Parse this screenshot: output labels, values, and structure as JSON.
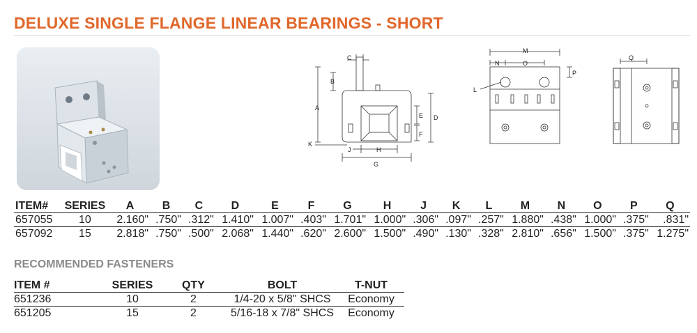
{
  "title": "DELUXE SINGLE FLANGE LINEAR BEARINGS - SHORT",
  "drawing_labels": {
    "a": "A",
    "b": "B",
    "c": "C",
    "d": "D",
    "e": "E",
    "f": "F",
    "g": "G",
    "h": "H",
    "j": "J",
    "k": "K",
    "l": "L",
    "m": "M",
    "n": "N",
    "o": "O",
    "p": "P",
    "q": "Q"
  },
  "spec_table": {
    "headers": [
      "ITEM#",
      "SERIES",
      "A",
      "B",
      "C",
      "D",
      "E",
      "F",
      "G",
      "H",
      "J",
      "K",
      "L",
      "M",
      "N",
      "O",
      "P",
      "Q"
    ],
    "rows": [
      [
        "657055",
        "10",
        "2.160\"",
        ".750\"",
        ".312\"",
        "1.410\"",
        "1.007\"",
        ".403\"",
        "1.701\"",
        "1.000\"",
        ".306\"",
        ".097\"",
        ".257\"",
        "1.880\"",
        ".438\"",
        "1.000\"",
        ".375\"",
        ".831\""
      ],
      [
        "657092",
        "15",
        "2.818\"",
        ".750\"",
        ".500\"",
        "2.068\"",
        "1.440\"",
        ".620\"",
        "2.600\"",
        "1.500\"",
        ".490\"",
        ".130\"",
        ".328\"",
        "2.810\"",
        ".656\"",
        "1.500\"",
        ".375\"",
        "1.275\""
      ]
    ]
  },
  "fasteners": {
    "title": "RECOMMENDED FASTENERS",
    "headers": [
      "ITEM #",
      "SERIES",
      "QTY",
      "BOLT",
      "T-NUT"
    ],
    "rows": [
      [
        "651236",
        "10",
        "2",
        "1/4-20 x 5/8\" SHCS",
        "Economy"
      ],
      [
        "651205",
        "15",
        "2",
        "5/16-18 x 7/8\" SHCS",
        "Economy"
      ]
    ]
  }
}
